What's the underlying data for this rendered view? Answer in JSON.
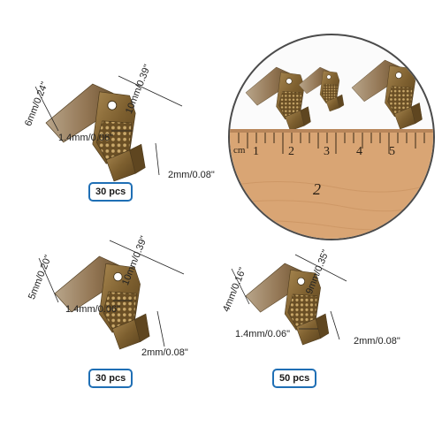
{
  "variants": [
    {
      "length": "10mm/0.39\"",
      "width": "6mm/0.24\"",
      "hole": "1.4mm/0.06\"",
      "jaw": "2mm/0.08\"",
      "quantity": "30 pcs"
    },
    {
      "length": "10mm/0.39\"",
      "width": "5mm/0.20\"",
      "hole": "1.4mm/0.06\"",
      "jaw": "2mm/0.08\"",
      "quantity": "30 pcs"
    },
    {
      "length": "9mm/0.35\"",
      "width": "4mm/0.16\"",
      "hole": "1.4mm/0.06\"",
      "jaw": "2mm/0.08\"",
      "quantity": "50 pcs"
    }
  ],
  "photo": {
    "ruler_numbers": [
      "1",
      "2",
      "3",
      "4",
      "5"
    ],
    "ruler_unit": "cm",
    "handwritten_mark": "2"
  },
  "colors": {
    "bronze": "#8a6a35",
    "bronze_dark": "#5e451e",
    "badge_border": "#1f6fb5",
    "ruler_wood": "#d9a574"
  }
}
